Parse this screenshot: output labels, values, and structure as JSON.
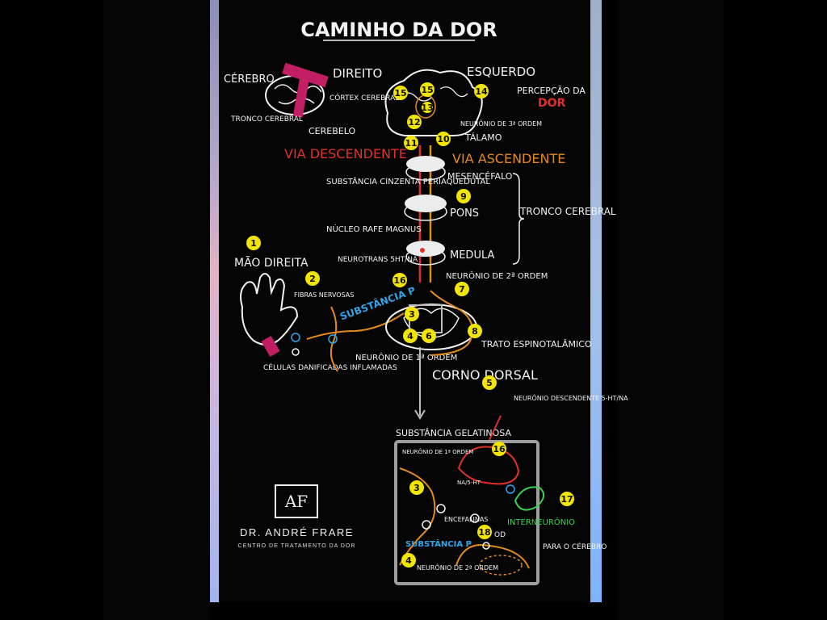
{
  "title": "CAMINHO DA DOR",
  "brain": {
    "cerebro": "CÉREBRO",
    "direito": "DIREITO",
    "esquerdo": "ESQUERDO",
    "tronco_cerebral": "TRONCO CEREBRAL",
    "cortex_cerebral": "CÓRTEX CEREBRAL",
    "cerebelo": "CEREBELO",
    "percepcao": "PERCEPÇÃO DA",
    "dor": "DOR",
    "neuronio_3": "NEURÔNIO DE 3ª ORDEM",
    "talamo": "TÁLAMO"
  },
  "vias": {
    "descendente": "VIA DESCENDENTE",
    "ascendente": "VIA ASCENDENTE"
  },
  "brainstem": {
    "substancia": "SUBSTÂNCIA CINZENTA PERIAQUEDUTAL",
    "mesencefalo": "MESENCÉFALO",
    "pons": "PONS",
    "tronco": "TRONCO CEREBRAL",
    "nucleo": "NÚCLEO RAFE MAGNUS",
    "medula": "MEDULA",
    "neurotrans": "NEUROTRANS 5HT/NA",
    "neuronio_2": "NEURÔNIO DE 2ª ORDEM"
  },
  "periphery": {
    "mao": "MÃO DIREITA",
    "fibras": "FIBRAS NERVOSAS",
    "substancia_p": "SUBSTÂNCIA P",
    "celulas": "CÉLULAS DANIFICADAS INFLAMADAS",
    "neuronio_1": "NEURÔNIO DE 1ª ORDEM",
    "trato": "TRATO ESPINOTALÂMICO",
    "corno": "CORNO DORSAL"
  },
  "detail": {
    "gelatinosa": "SUBSTÂNCIA GELATINOSA",
    "neuronio_desc": "NEURÔNIO DESCENDENTE 5-HT/NA",
    "neuronio_1": "NEURÔNIO DE 1ª ORDEM",
    "na5ht": "NA/5-HT",
    "encefalinas": "ENCEFALINAS",
    "interneuronio": "INTERNEURÔNIO",
    "substancia_p": "SUBSTÂNCIA P",
    "od": "OD",
    "para_cerebro": "PARA O CÉREBRO",
    "neuronio_2": "NEURÔNIO DE 2ª ORDEM"
  },
  "brand": {
    "logo": "AF",
    "name": "DR. ANDRÉ FRARE",
    "subtitle": "CENTRO DE TRATAMENTO DA DOR"
  },
  "markers": [
    "1",
    "2",
    "3",
    "4",
    "5",
    "6",
    "7",
    "8",
    "9",
    "10",
    "11",
    "12",
    "13",
    "14",
    "15",
    "16",
    "17",
    "18"
  ],
  "colors": {
    "background": "#050505",
    "chalk": "#f2f2f2",
    "red": "#e0302a",
    "orange": "#e38a1e",
    "yellow": "#f2e600",
    "blue": "#34a5e8",
    "green": "#3bd14a"
  }
}
